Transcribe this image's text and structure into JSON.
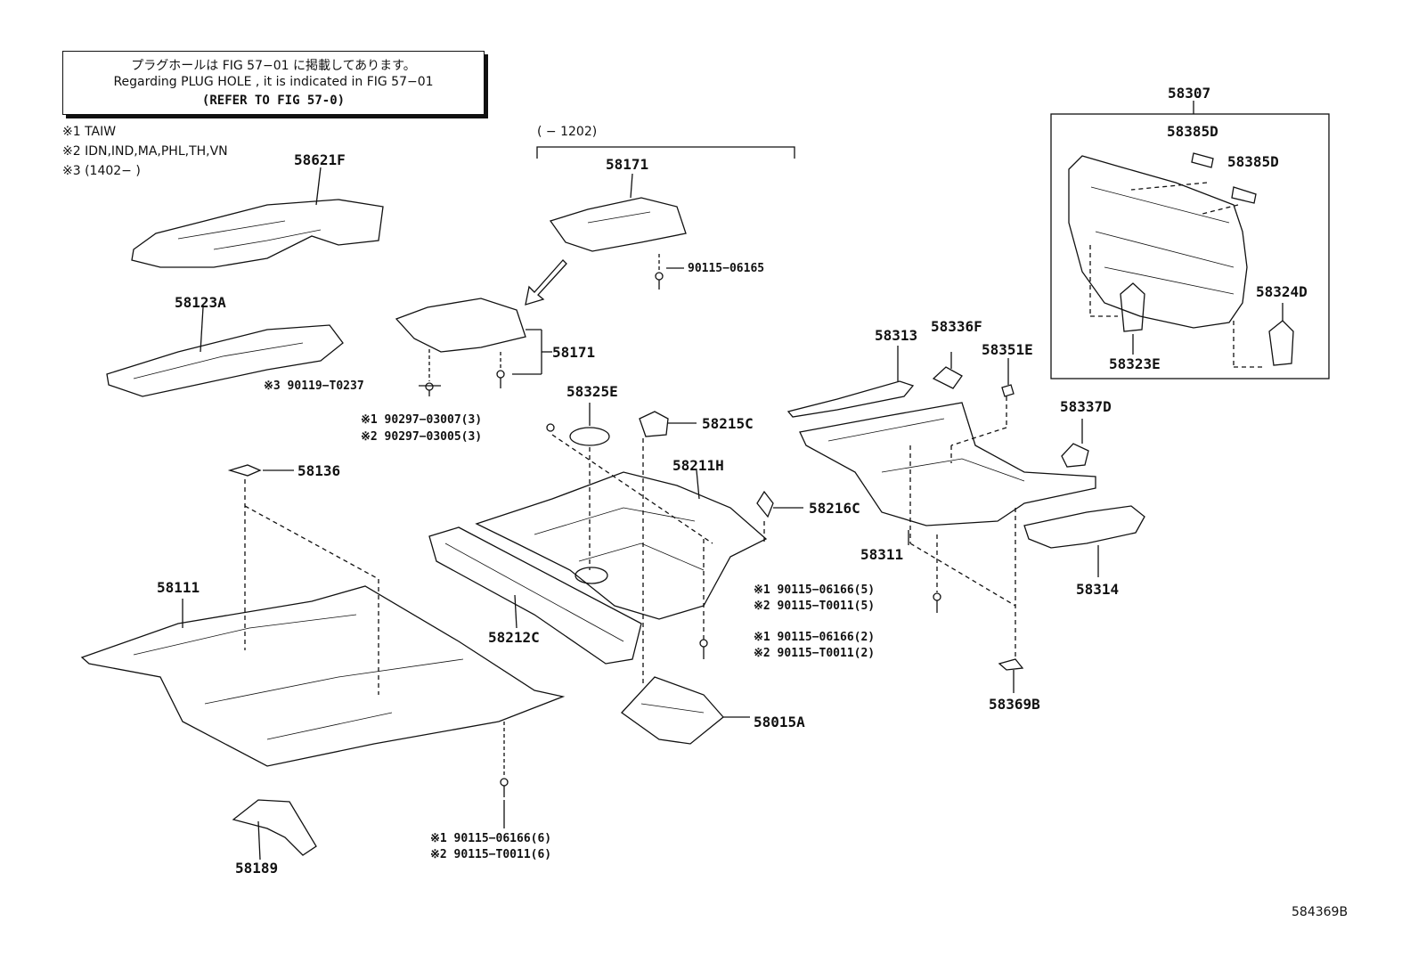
{
  "note": {
    "line1": "プラグホールは FIG 57−01 に掲載してあります。",
    "line2": "Regarding  PLUG  HOLE , it is indicated in FIG  57−01",
    "line3": "(REFER TO FIG 57-0)"
  },
  "legend": [
    "※1 TAIW",
    "※2 IDN,IND,MA,PHL,TH,VN",
    "※3 (1402−          )"
  ],
  "date_range": "(          − 1202)",
  "labels": {
    "p58621F": "58621F",
    "p58123A": "58123A",
    "p58171_top": "58171",
    "p58171_mid": "58171",
    "b90115_06165": "90115−06165",
    "b90119_T0237": "※3 90119−T0237",
    "p58325E": "58325E",
    "p58215C": "58215C",
    "b90297_1": "※1 90297−03007(3)",
    "b90297_2": "※2 90297−03005(3)",
    "p58136": "58136",
    "p58211H": "58211H",
    "p58216C": "58216C",
    "p58111": "58111",
    "p58212C": "58212C",
    "b_mid_1": "※1 90115−06166(2)",
    "b_mid_2": "※2 90115−T0011(2)",
    "p58015A": "58015A",
    "b_low_1": "※1 90115−06166(6)",
    "b_low_2": "※2 90115−T0011(6)",
    "p58189": "58189",
    "p58313": "58313",
    "p58336F": "58336F",
    "p58351E": "58351E",
    "p58337D": "58337D",
    "p58311": "58311",
    "b_right_1": "※1 90115−06166(5)",
    "b_right_2": "※2 90115−T0011(5)",
    "p58314": "58314",
    "p58369B": "58369B",
    "p58307": "58307",
    "p58385D_a": "58385D",
    "p58385D_b": "58385D",
    "p58324D": "58324D",
    "p58323E": "58323E"
  },
  "figure_id": "584369B"
}
